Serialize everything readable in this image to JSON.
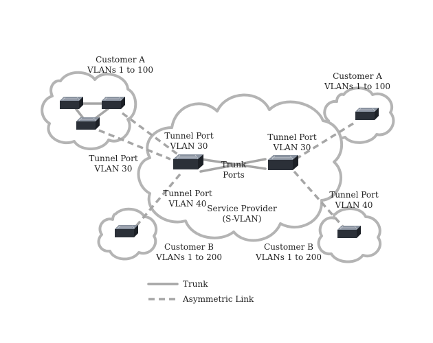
{
  "colors": {
    "cloud_fill": "#ffffff",
    "cloud_stroke": "#b4b4b4",
    "link_line": "#a6a6a6",
    "switch_top": "#7d8694",
    "switch_side": "#2b3038",
    "text": "#222222"
  },
  "clouds": {
    "customer_a_left": {
      "name": "Customer A",
      "vlans": "VLANs 1 to 100"
    },
    "customer_a_right": {
      "name": "Customer A",
      "vlans": "VLANs 1 to 100"
    },
    "customer_b_left": {
      "name": "Customer B",
      "vlans": "VLANs 1 to 200"
    },
    "customer_b_right": {
      "name": "Customer B",
      "vlans": "VLANs 1 to 200"
    },
    "provider": {
      "line1": "Service Provider",
      "line2": "(S-VLAN)"
    }
  },
  "ports": {
    "tunnel_left_a": {
      "line1": "Tunnel Port",
      "line2": "VLAN 30"
    },
    "tunnel_center_a": {
      "line1": "Tunnel Port",
      "line2": "VLAN 30"
    },
    "tunnel_right_a": {
      "line1": "Tunnel Port",
      "line2": "VLAN 30"
    },
    "tunnel_center_b": {
      "line1": "Tunnel Port",
      "line2": "VLAN 40"
    },
    "tunnel_right_b": {
      "line1": "Tunnel Port",
      "line2": "VLAN 40"
    },
    "trunk_ports": {
      "line1": "Trunk",
      "line2": "Ports"
    }
  },
  "legend": {
    "trunk": "Trunk",
    "asymmetric": "Asymmetric Link"
  },
  "icons": [
    "network-switch-icon"
  ]
}
